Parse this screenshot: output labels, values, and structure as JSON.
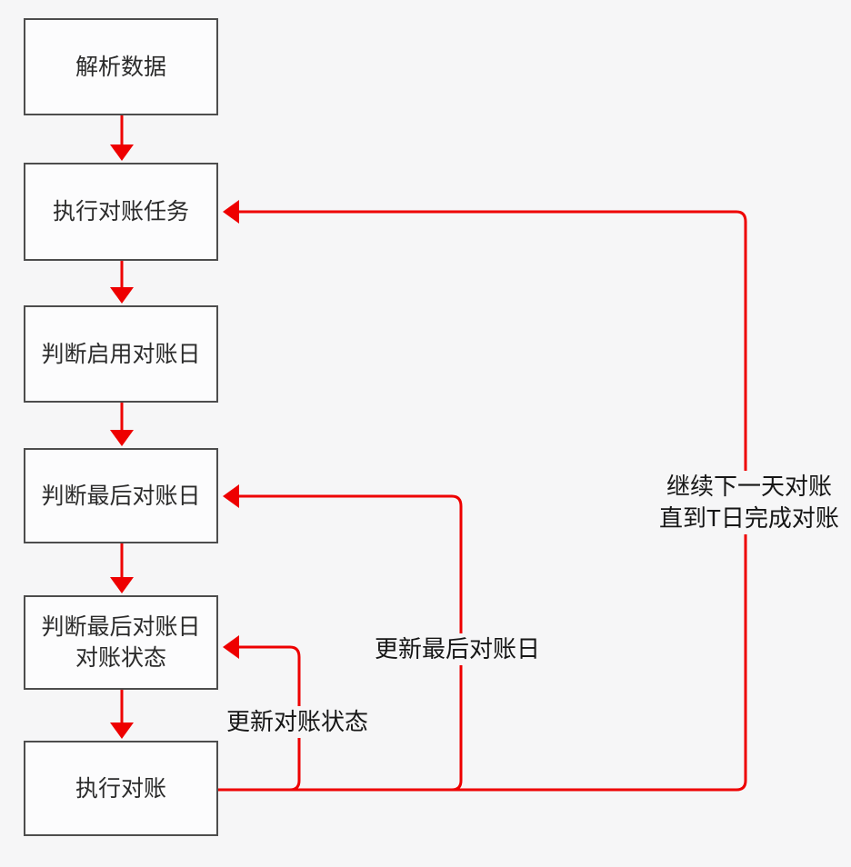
{
  "diagram": {
    "type": "flowchart",
    "nodes": [
      {
        "id": "parse-data",
        "label": "解析数据"
      },
      {
        "id": "run-reconciliation-task",
        "label": "执行对账任务"
      },
      {
        "id": "check-enabled-reconciliation-date",
        "label": "判断启用对账日"
      },
      {
        "id": "check-last-reconciliation-date",
        "label": "判断最后对账日"
      },
      {
        "id": "check-last-date-status",
        "label": "判断最后对账日",
        "label_line2": "对账状态"
      },
      {
        "id": "run-reconciliation",
        "label": "执行对账"
      }
    ],
    "edges": [
      {
        "id": "update-status",
        "from": "run-reconciliation",
        "to": "check-last-date-status",
        "label": "更新对账状态"
      },
      {
        "id": "update-last-date",
        "from": "run-reconciliation",
        "to": "check-last-reconciliation-date",
        "label": "更新最后对账日"
      },
      {
        "id": "continue-next-day",
        "from": "run-reconciliation",
        "to": "run-reconciliation-task",
        "label_line1": "继续下一天对账",
        "label_line2": "直到T日完成对账"
      }
    ],
    "colors": {
      "arrow": "#ee0000",
      "box_border": "#4d4d4d",
      "box_fill": "#fcfcfd",
      "background": "#f6f6f7",
      "text": "#2b2b2b"
    }
  }
}
